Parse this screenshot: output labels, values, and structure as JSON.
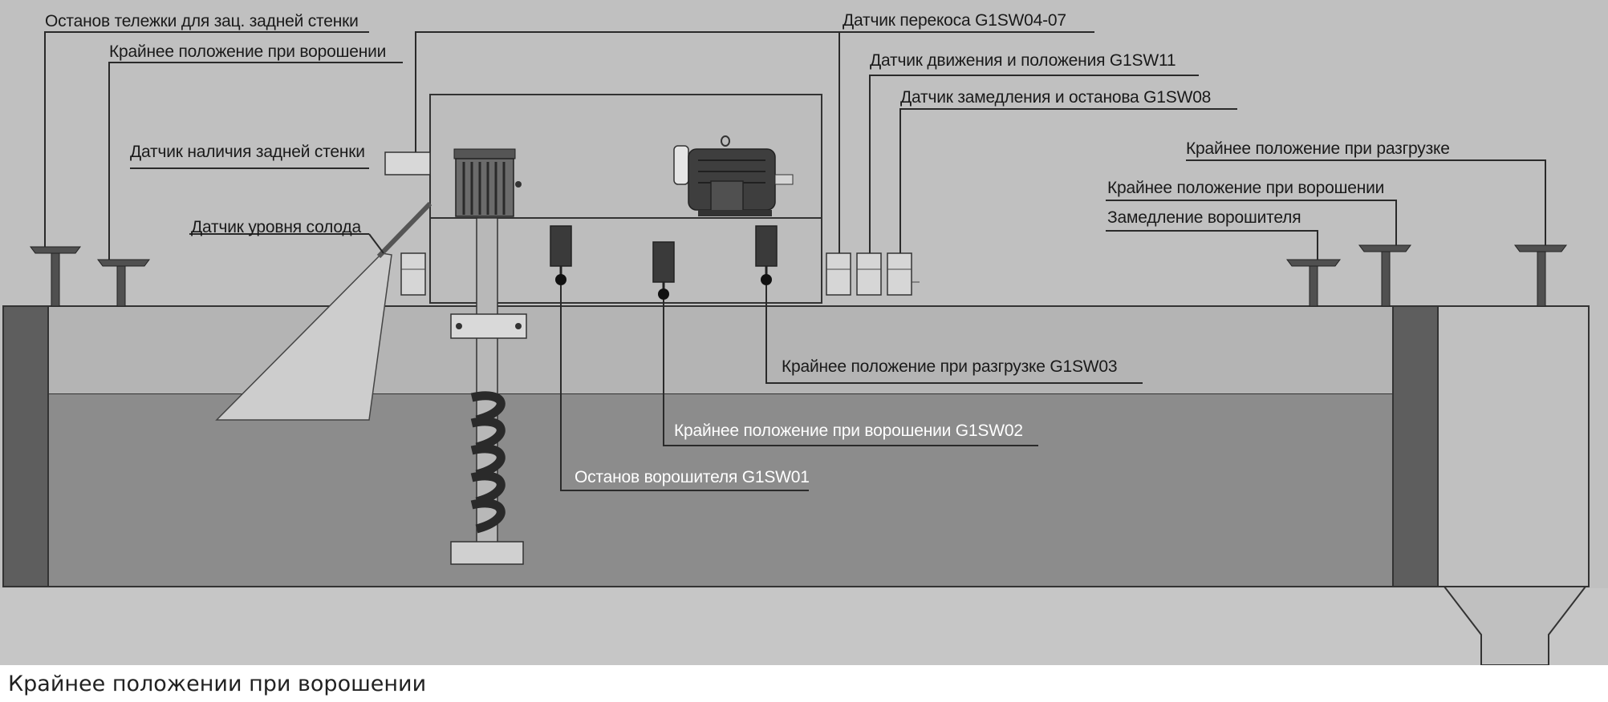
{
  "labels": {
    "stop_cart": "Останов тележки для зац. задней стенки",
    "extreme_stir_left": "Крайнее положение при ворошении",
    "rear_wall_sensor": "Датчик наличия задней стенки",
    "malt_level_sensor": "Датчик уровня солода",
    "skew_sensor": "Датчик перекоса G1SW04-07",
    "motion_position_sensor": "Датчик движения и положения G1SW11",
    "slowdown_stop_sensor": "Датчик замедления и останова G1SW08",
    "extreme_unload_right": "Крайнее положение при разгрузке",
    "extreme_stir_right": "Крайнее положение при ворошении",
    "stirrer_slowdown": "Замедление ворошителя",
    "extreme_unload_sw03": "Крайнее положение при разгрузке G1SW03",
    "extreme_stir_sw02": "Крайнее положение при ворошении G1SW02",
    "stirrer_stop_sw01": "Останов ворошителя G1SW01"
  },
  "caption": "Крайнее положении при ворошении",
  "colors": {
    "background": "#c0c0c0",
    "bed_top": "#b4b4b4",
    "malt": "#8c8c8c",
    "wall": "#5e5e5e",
    "line": "#2a2a2a"
  }
}
